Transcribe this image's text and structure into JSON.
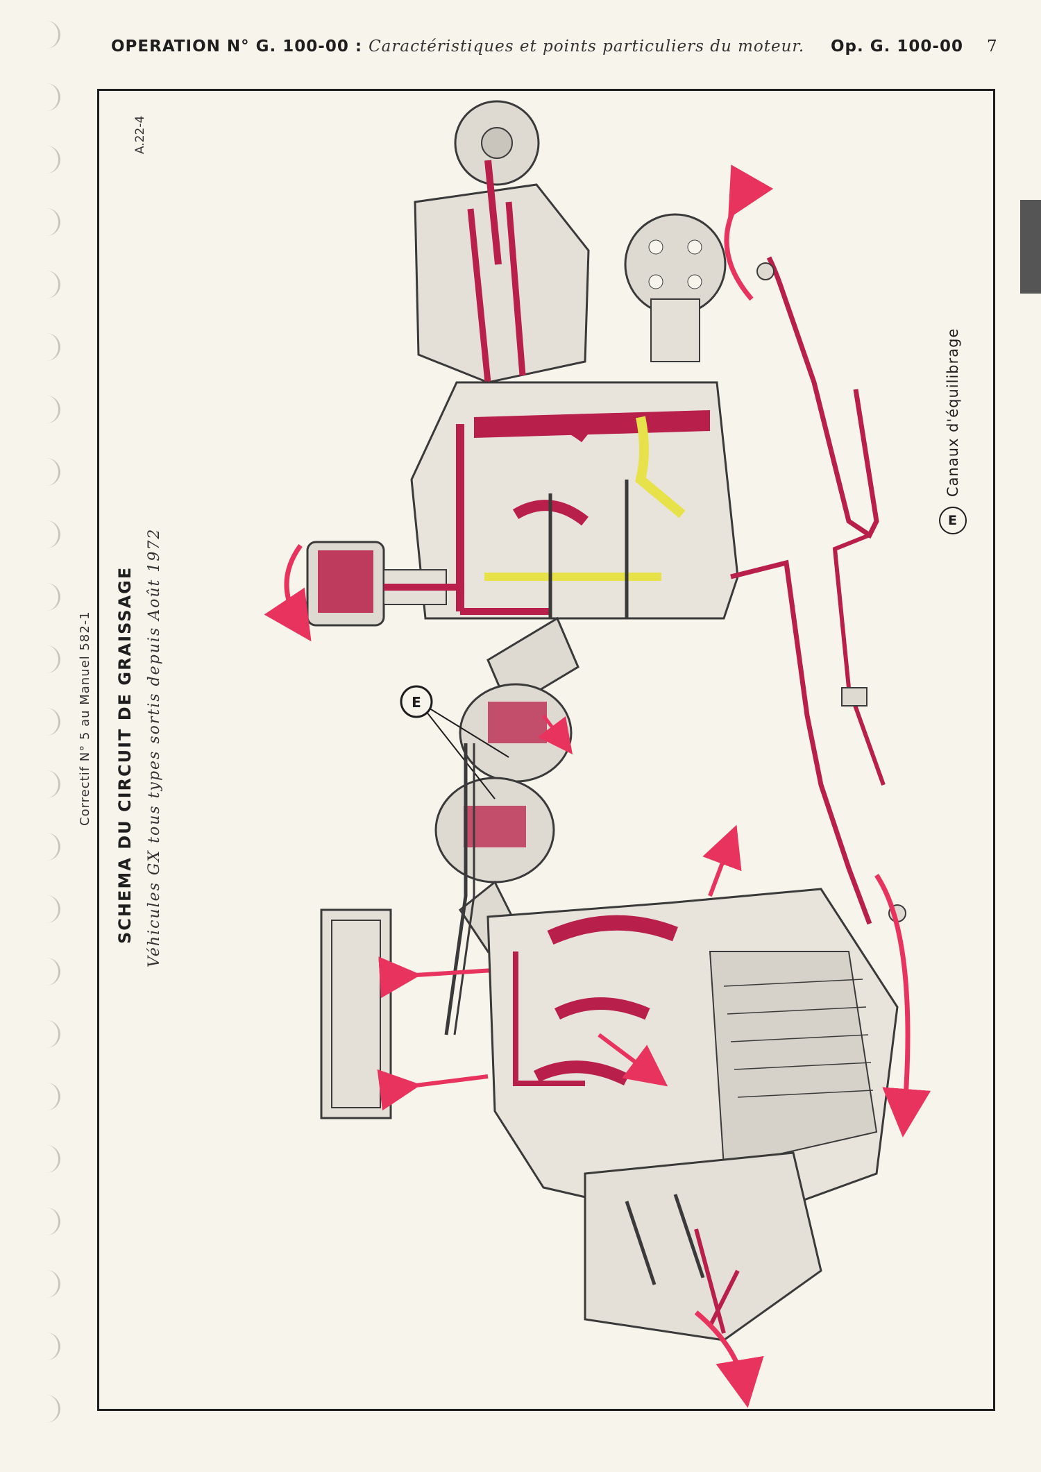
{
  "header": {
    "operation_title": "OPERATION N° G. 100-00 :",
    "operation_subtitle": "Caractéristiques et points particuliers du moteur.",
    "operation_ref": "Op. G. 100-00",
    "page_number": "7"
  },
  "side": {
    "correctif": "Correctif N° 5 au Manuel 582-1",
    "schema_title": "SCHEMA DU CIRCUIT DE GRAISSAGE",
    "schema_subtitle": "Véhicules GX tous types sortis depuis Août 1972",
    "figure_ref": "A.22-4"
  },
  "legend": {
    "marker": "E",
    "label": "Canaux d'équilibrage"
  },
  "diagram": {
    "callout_marker": "E",
    "colors": {
      "oil_circuit": "#b81f4a",
      "oil_arrow": "#e8335f",
      "balance_channel": "#e8e24a",
      "metal_line": "#3a3a3a",
      "metal_fill": "#dedad2"
    }
  }
}
